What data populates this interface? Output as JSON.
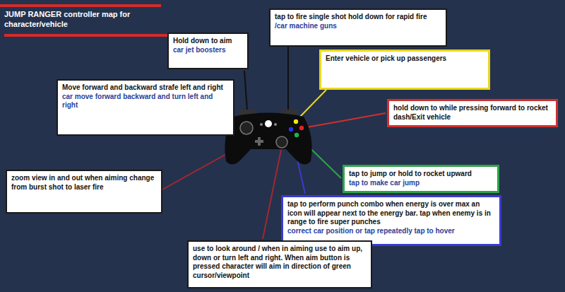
{
  "diagram": {
    "title": "JUMP RANGER controller map for character/vehicle",
    "nodes": [
      {
        "text": [
          "Hold down to aim",
          "car jet boosters"
        ]
      },
      {
        "text": [
          "tap to fire single shot hold down for rapid fire",
          "/car machine guns"
        ]
      },
      {
        "text": [
          "Enter vehicle or pick up passengers"
        ]
      },
      {
        "text": [
          "hold down to  while pressing forward to rocket dash/Exit vehicle"
        ]
      },
      {
        "text": [
          "Move forward and backward strafe left and right",
          "car move forward backward and turn left and right"
        ]
      },
      {
        "text": [
          "zoom view in and out when aiming change from burst shot to laser fire"
        ]
      },
      {
        "text": [
          "tap to jump or hold to rocket upward",
          "tap to make car jump"
        ]
      },
      {
        "text": [
          "tap to perform punch combo when energy is over max an icon will appear next to the energy bar. tap when enemy is in range to fire super punches",
          "correct car position or tap repeatedly tap to hover"
        ]
      },
      {
        "text": [
          "use to look around / when in aiming use to aim up, down or turn left and right. When aim button is pressed character will aim in direction of green cursor/viewpoint"
        ]
      }
    ]
  }
}
